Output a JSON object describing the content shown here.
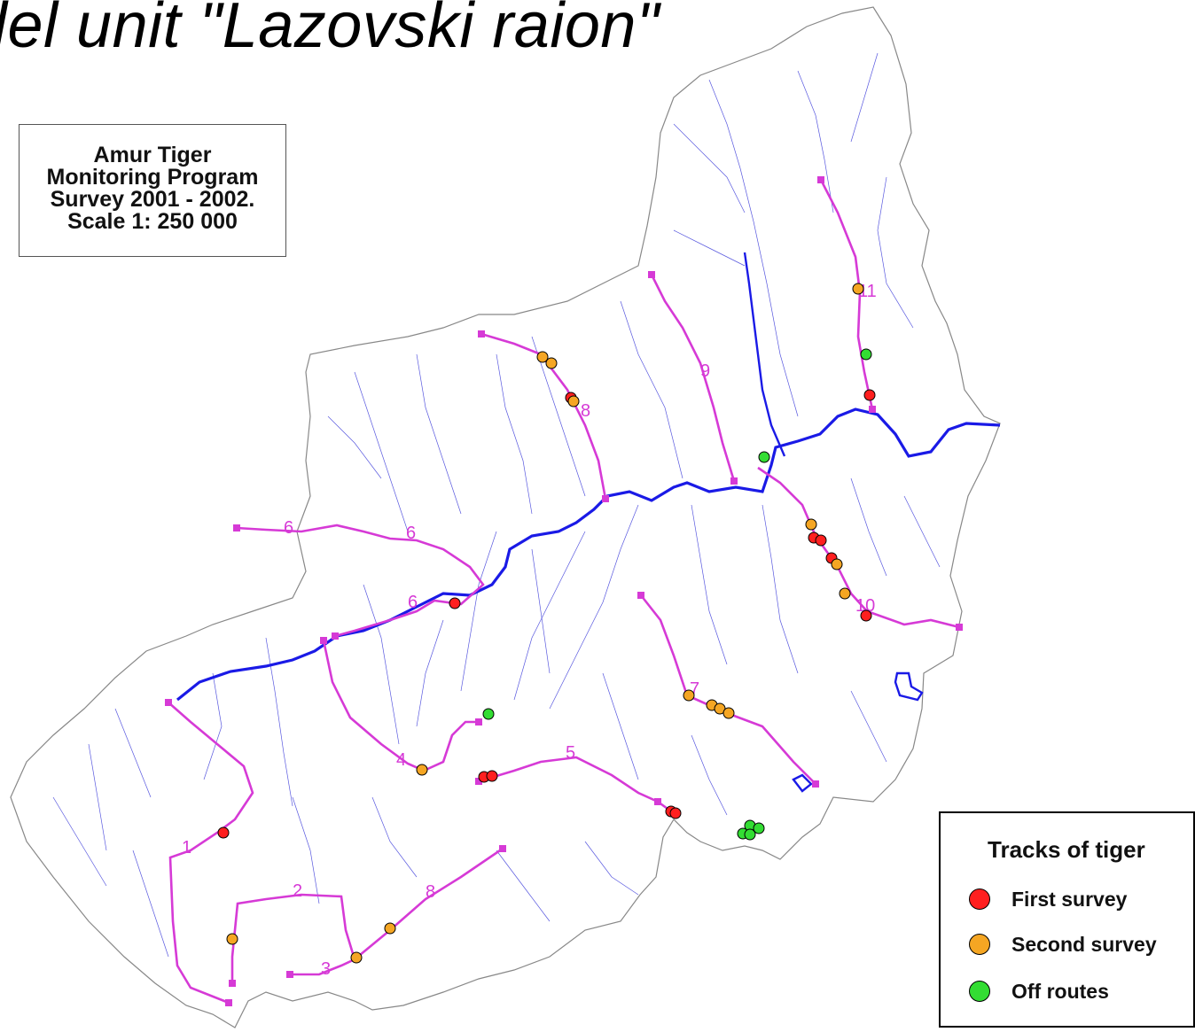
{
  "map": {
    "title": "lel unit \"Lazovski raion\"",
    "info": {
      "line1": "Amur Tiger",
      "line2": "Monitoring Program",
      "line3": "Survey 2001 - 2002.",
      "line4": "Scale 1: 250 000"
    },
    "legend": {
      "title": "Tracks of tiger",
      "items": [
        {
          "label": "First survey",
          "color": "#ff1f1f"
        },
        {
          "label": "Second survey",
          "color": "#f5a623"
        },
        {
          "label": "Off routes",
          "color": "#33dd33"
        }
      ]
    },
    "route_numbers": [
      "1",
      "2",
      "3",
      "4",
      "5",
      "6",
      "6",
      "6",
      "7",
      "8",
      "9",
      "10",
      "11",
      "8"
    ],
    "colors": {
      "route": "#d63ad6",
      "river_main": "#1a1ae6",
      "stream": "#3a3ad9",
      "boundary": "#888888"
    }
  }
}
